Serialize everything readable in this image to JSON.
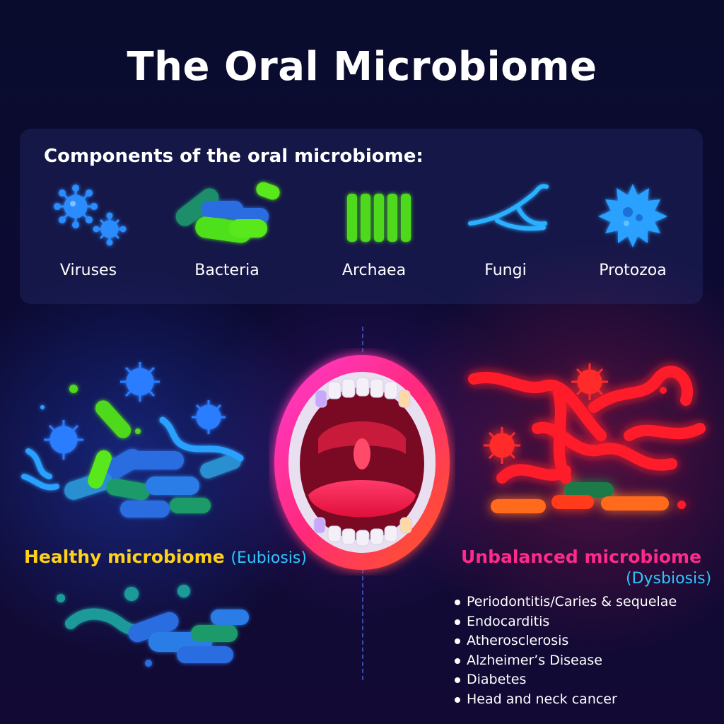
{
  "title": "The Oral Microbiome",
  "components": {
    "heading": "Components of the oral microbiome:",
    "items": [
      {
        "label": "Viruses",
        "icon": "virus-icon"
      },
      {
        "label": "Bacteria",
        "icon": "bacteria-icon"
      },
      {
        "label": "Archaea",
        "icon": "archaea-icon"
      },
      {
        "label": "Fungi",
        "icon": "fungi-icon"
      },
      {
        "label": "Protozoa",
        "icon": "protozoa-icon"
      }
    ]
  },
  "healthy": {
    "label": "Healthy microbiome",
    "sub": "(Eubiosis)"
  },
  "unbalanced": {
    "label": "Unbalanced microbiome",
    "sub": "(Dysbiosis)",
    "conditions": [
      "Periodontitis/Caries & sequelae",
      "Endocarditis",
      "Atherosclerosis",
      "Alzheimer’s Disease",
      "Diabetes",
      "Head and neck cancer"
    ]
  },
  "colors": {
    "background": "#0a0c2e",
    "healthy_label": "#ffd21a",
    "eubiosis": "#2fc6ff",
    "unbalanced_label": "#ff2a8a",
    "healthy_microbes": "#2a7dff",
    "dysbiosis_microbes": "#ff2a2a"
  }
}
